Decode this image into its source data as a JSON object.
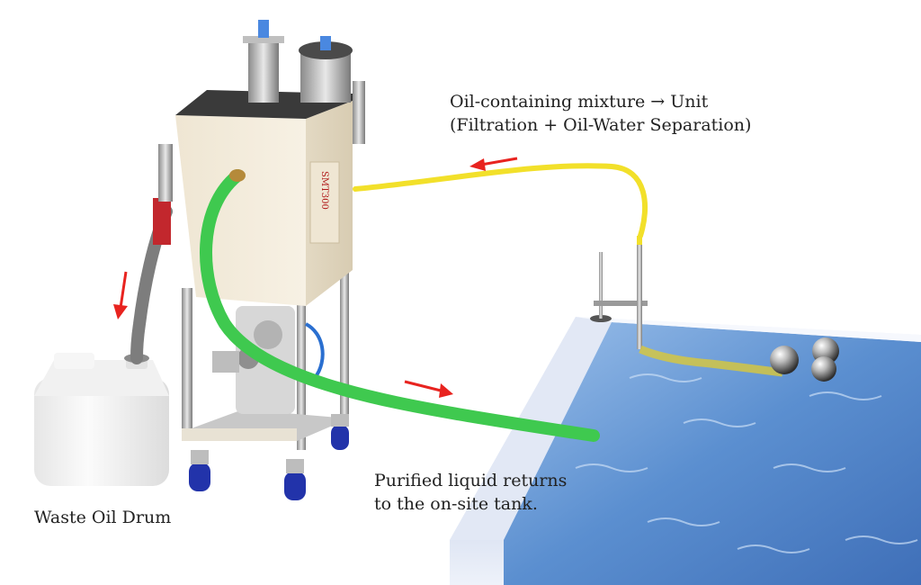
{
  "labels": {
    "intake_line1": "Oil-containing mixture → Unit",
    "intake_line2": "(Filtration + Oil-Water Separation)",
    "return_line1": "Purified liquid returns",
    "return_line2": "to the on-site tank.",
    "drum": "Waste Oil Drum"
  },
  "unit_plate": {
    "model": "SMT300"
  },
  "colors": {
    "intake_hose": "#f2e02a",
    "return_hose": "#3fc94f",
    "drain_hose": "#7d7d7d",
    "flow_arrow": "#e8231f",
    "cabinet": "#f3ecdc",
    "water": "#5b8fd0",
    "tank_wall": "#e7ecf7",
    "drum": "#f4f4f4",
    "caster": "#2233aa",
    "text": "#222222"
  },
  "icons": {
    "flow": "arrow-icon",
    "float": "float-ball-icon",
    "wheel": "caster-wheel-icon"
  }
}
